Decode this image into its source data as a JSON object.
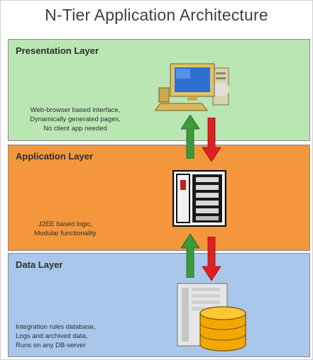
{
  "title": "N-Tier Application Architecture",
  "layers": [
    {
      "name": "Presentation Layer",
      "description": [
        "Web-browser based interface,",
        "Dynamically generated pages,",
        "No client app needed"
      ],
      "icon": "computer-icon",
      "color": "#b9e6b3"
    },
    {
      "name": "Application Layer",
      "description": [
        "J2EE based logic,",
        "Modular functionality"
      ],
      "icon": "server-icon",
      "color": "#f4973c"
    },
    {
      "name": "Data Layer",
      "description": [
        "Integration rules database,",
        "Logs and archived data,",
        "Runs on any DB-server"
      ],
      "icon": "database-icon",
      "color": "#a8c7ea"
    }
  ],
  "arrows": {
    "up_color": "#3c9a3c",
    "down_color": "#e02020"
  }
}
